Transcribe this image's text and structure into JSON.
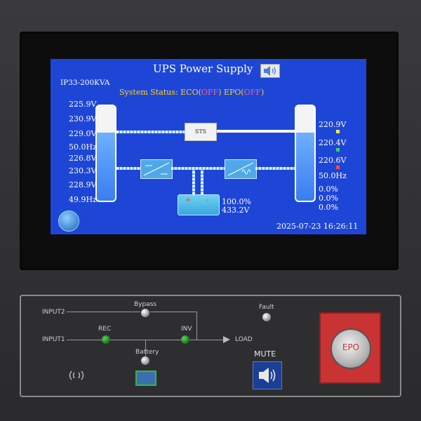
{
  "screen": {
    "title": "UPS Power Supply",
    "model": "IP33-200KVA",
    "status_label": "System Status:",
    "eco_label": "ECO(",
    "eco_value": "OFF",
    "eco_close": ")",
    "epo_label": "EPO(",
    "epo_value": "OFF",
    "epo_close": ")",
    "sts_label": "STS",
    "datetime": "2025-07-23 16:26:11",
    "left_values": [
      "225.9V",
      "230.9V",
      "229.0V",
      "50.0Hz",
      "226.8V",
      "230.3V",
      "228.9V",
      "49.9Hz"
    ],
    "right_values": [
      "220.9V",
      "220.4V",
      "220.6V",
      "50.0Hz",
      "0.0%",
      "0.0%",
      "0.0%"
    ],
    "battery_percent": "100.0%",
    "battery_voltage": "433.2V",
    "battery_plus": "+",
    "battery_minus": "-"
  },
  "panel": {
    "input2": "INPUT2",
    "input1": "INPUT1",
    "bypass": "Bypass",
    "rec": "REC",
    "inv": "INV",
    "load": "LOAD",
    "battery": "Battery",
    "fault": "Fault",
    "mute": "MUTE",
    "epo": "EPO"
  },
  "icons": [
    "speaker-icon",
    "sts-switch-icon",
    "rectifier-icon",
    "inverter-icon",
    "battery-icon",
    "start-logo-icon",
    "wireless-icon",
    "mute-speaker-icon"
  ],
  "colors": {
    "screen_bg": "#1e46d6",
    "status_text": "#ffd21a",
    "off_text": "#ff5a8a",
    "led_green": "#2aa52a",
    "epo_red": "#c93333"
  }
}
